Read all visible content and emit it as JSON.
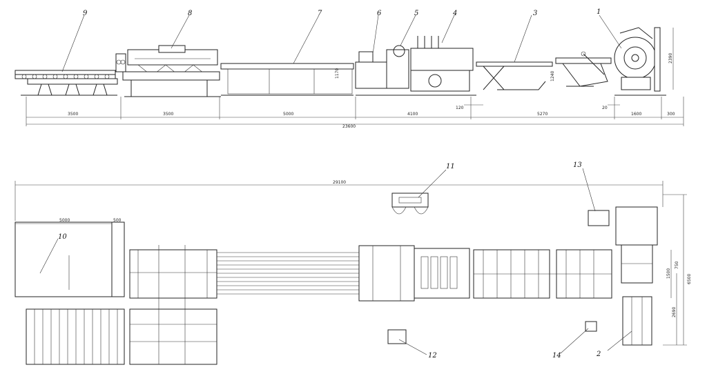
{
  "callouts": {
    "c1": "1",
    "c2": "2",
    "c3": "3",
    "c4": "4",
    "c5": "5",
    "c6": "6",
    "c7": "7",
    "c8": "8",
    "c9": "9",
    "c10": "10",
    "c11": "11",
    "c12": "12",
    "c13": "13",
    "c14": "14"
  },
  "side_view_dims": {
    "d3500a": "3500",
    "d3500b": "3500",
    "d5000": "5000",
    "d4100": "4100",
    "d5270": "5270",
    "d1600": "1600",
    "d300": "300",
    "d23600": "23600",
    "d120": "120",
    "d20": "20",
    "d1170": "1170",
    "d1240": "1240",
    "d2390": "2390"
  },
  "plan_view_dims": {
    "d29100": "29100",
    "d5000": "5000",
    "d500": "500",
    "d750": "750",
    "d1500": "1500",
    "d2690": "2690",
    "d6500": "6500"
  }
}
